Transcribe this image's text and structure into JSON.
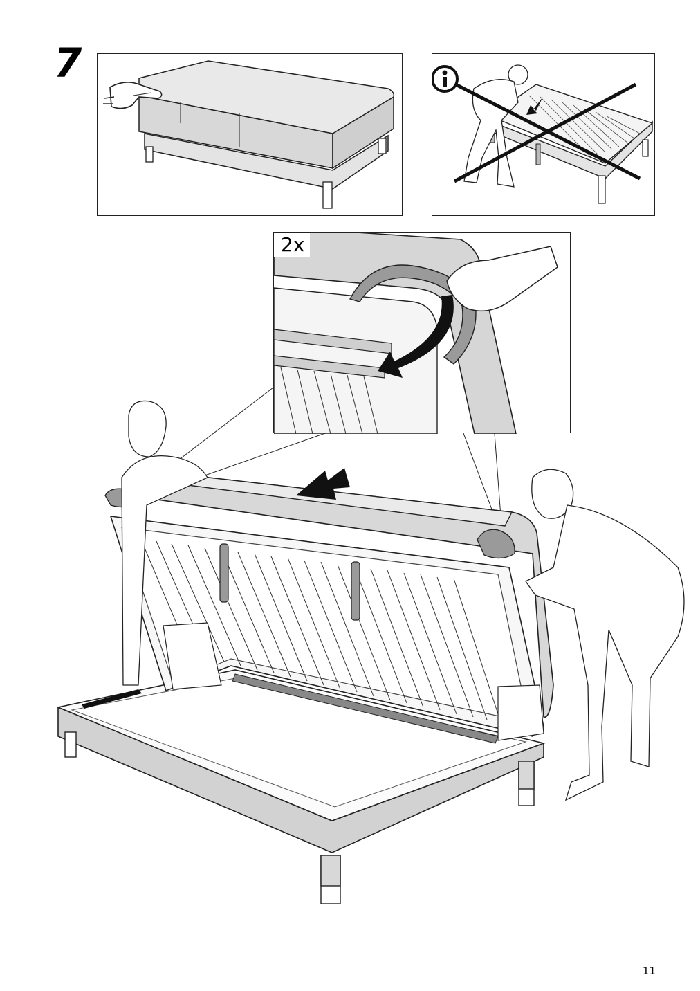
{
  "step": {
    "number": "7"
  },
  "zoom_detail": {
    "count_label": "2x"
  },
  "footer": {
    "page_number": "11"
  },
  "icons": {
    "info": "info-icon",
    "prohibited": "cross-out-icon",
    "hand": "hand-pointing-icon"
  }
}
